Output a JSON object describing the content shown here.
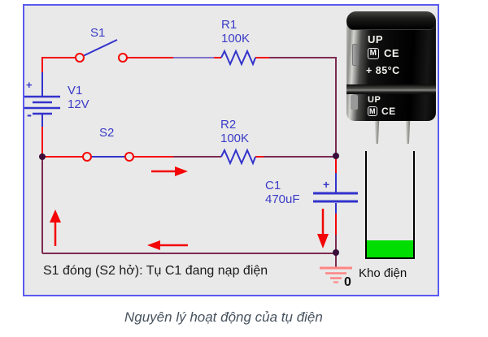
{
  "colors": {
    "frame_border": "#5a5af0",
    "frame_bg": "#e9e9e9",
    "wire_red": "#f40404",
    "wire_blue": "#3333cc",
    "wire_maroon": "#7c2b52",
    "wire_purple": "#8070cc",
    "label_blue": "#3b3bc8",
    "ground_red": "#ff8484",
    "dot": "#3a0d3a",
    "tank_green": "#00dd00",
    "caption_color": "#47525e"
  },
  "components": {
    "s1": {
      "label": "S1",
      "state_drawn": "open"
    },
    "s2": {
      "label": "S2",
      "state_drawn": "closed"
    },
    "r1": {
      "label": "R1",
      "value": "100K"
    },
    "r2": {
      "label": "R2",
      "value": "100K"
    },
    "v1": {
      "label": "V1",
      "value": "12V",
      "plus": "+",
      "minus": "-"
    },
    "c1": {
      "label": "C1",
      "value": "470uF",
      "plus": "+"
    },
    "ground": {
      "label": "0"
    }
  },
  "capacitor_photo": {
    "brand_line1": "UP",
    "logo": "M",
    "type": "CE",
    "temp": "+ 85°C",
    "brand_line2": "UP",
    "logo2": "M",
    "type2": "CE"
  },
  "tank": {
    "label": "Kho điện",
    "fill_percent": 16
  },
  "status_text": "S1 đóng (S2 hở): Tụ C1 đang nạp điện",
  "caption": "Nguyên lý hoạt động của tụ điện"
}
